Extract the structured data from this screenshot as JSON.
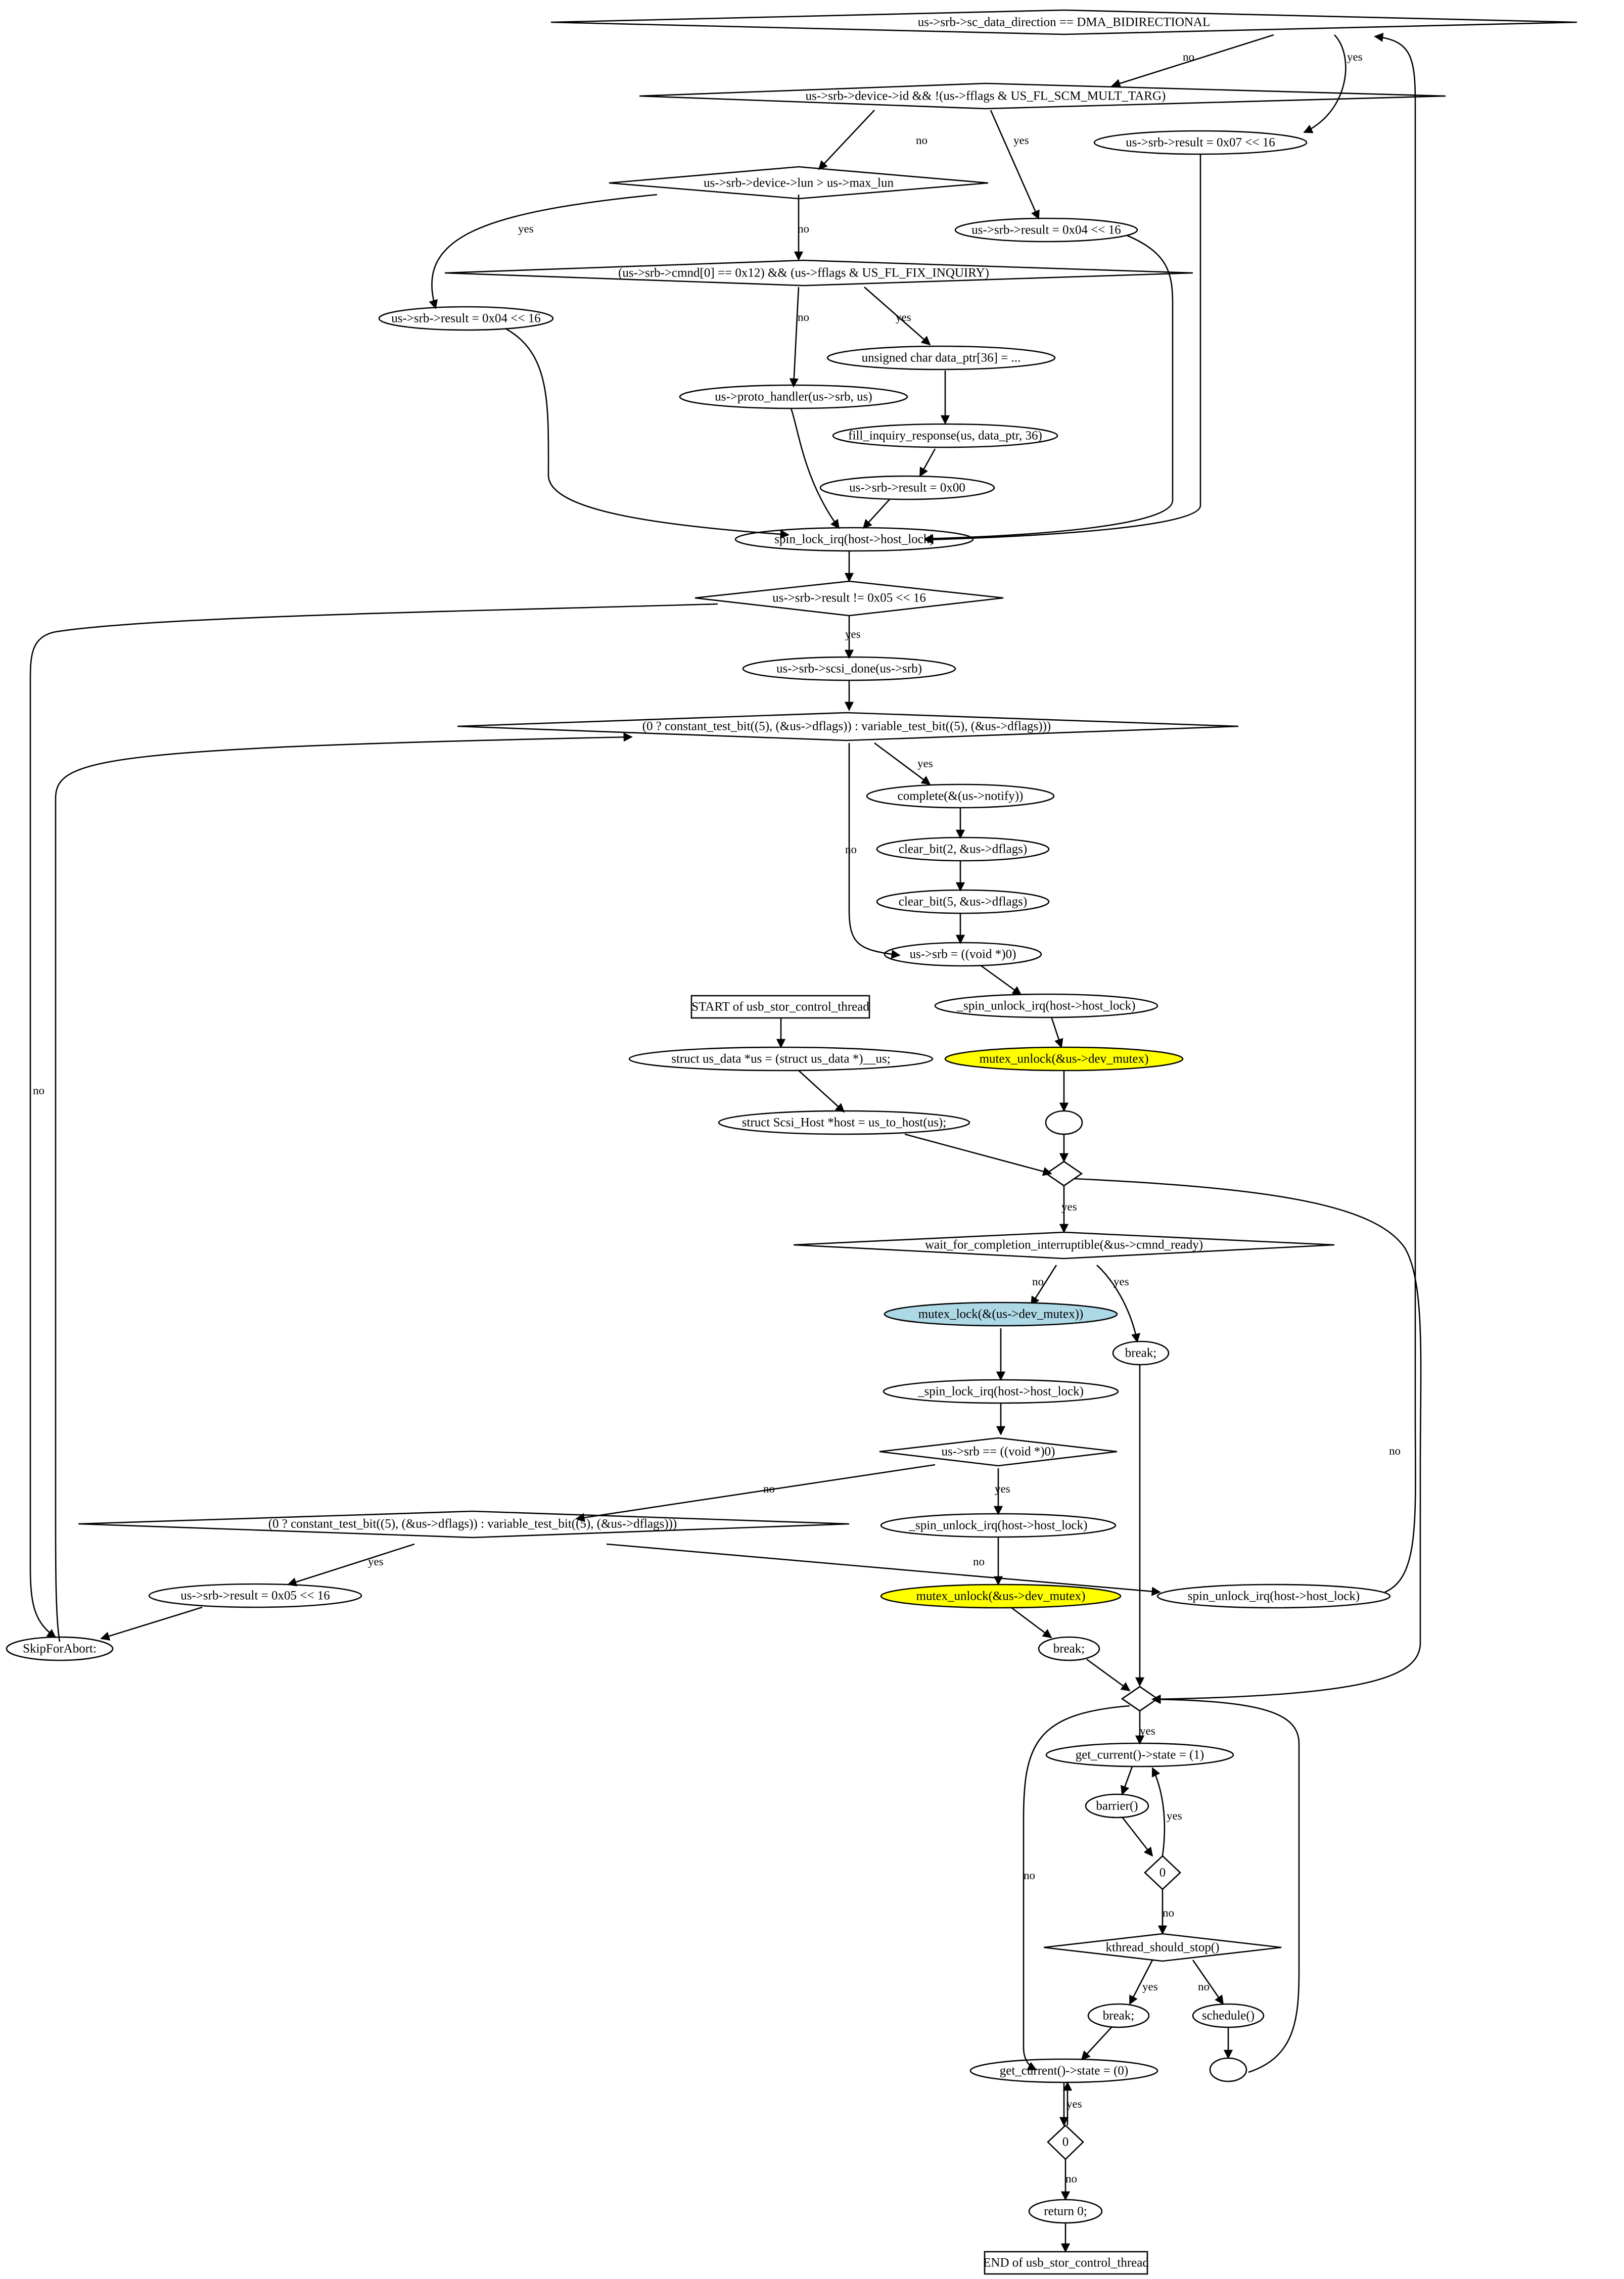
{
  "diagram": {
    "nodes": {
      "n1": "us->srb->sc_data_direction == DMA_BIDIRECTIONAL",
      "n2": "us->srb->device->id && !(us->fflags & US_FL_SCM_MULT_TARG)",
      "n3": "us->srb->result = 0x07 << 16",
      "n4": "us->srb->device->lun > us->max_lun",
      "n5": "us->srb->result = 0x04 << 16",
      "n6": "(us->srb->cmnd[0] == 0x12) && (us->fflags & US_FL_FIX_INQUIRY)",
      "n7": "us->srb->result = 0x04 << 16",
      "n8": "unsigned char data_ptr[36] = ...",
      "n9": "us->proto_handler(us->srb, us)",
      "n10": "fill_inquiry_response(us, data_ptr, 36)",
      "n11": "us->srb->result = 0x00",
      "n12": "spin_lock_irq(host->host_lock)",
      "n13": "us->srb->result != 0x05 << 16",
      "n14": "us->srb->scsi_done(us->srb)",
      "n15": "(0 ? constant_test_bit((5), (&us->dflags)) : variable_test_bit((5), (&us->dflags)))",
      "n16": "complete(&(us->notify))",
      "n17": "clear_bit(2, &us->dflags)",
      "n18": "clear_bit(5, &us->dflags)",
      "n19": "us->srb = ((void *)0)",
      "n20": "_spin_unlock_irq(host->host_lock)",
      "n21": "START of usb_stor_control_thread",
      "n22": "mutex_unlock(&us->dev_mutex)",
      "n23": "struct us_data *us = (struct us_data *)__us;",
      "n24": "",
      "n25": "struct Scsi_Host *host = us_to_host(us);",
      "n26": "",
      "n27": "wait_for_completion_interruptible(&us->cmnd_ready)",
      "n28": "mutex_lock(&(us->dev_mutex))",
      "n29": "break;",
      "n30": "_spin_lock_irq(host->host_lock)",
      "n31": "us->srb == ((void *)0)",
      "n32": "(0 ? constant_test_bit((5), (&us->dflags)) : variable_test_bit((5), (&us->dflags)))",
      "n33": "_spin_unlock_irq(host->host_lock)",
      "n34": "us->srb->result = 0x05 << 16",
      "n35": "mutex_unlock(&us->dev_mutex)",
      "n36": "spin_unlock_irq(host->host_lock)",
      "n37": "SkipForAbort:",
      "n38": "break;",
      "n39": "",
      "n40": "get_current()->state = (1)",
      "n41": "barrier()",
      "n42": "0",
      "n43": "kthread_should_stop()",
      "n44": "break;",
      "n45": "schedule()",
      "n46": "get_current()->state = (0)",
      "n47": "",
      "n48": "0",
      "n49": "return 0;",
      "n50": "END of usb_stor_control_thread"
    },
    "edge_labels": {
      "e_1_2": "no",
      "e_1_3": "yes",
      "e_2_4": "no",
      "e_2_5": "yes",
      "e_4_7": "yes",
      "e_4_6": "no",
      "e_6_9": "no",
      "e_6_8": "yes",
      "e_13_37": "no",
      "e_13_14": "yes",
      "e_15_16": "yes",
      "e_15_19": "no",
      "e_26_27": "yes",
      "e_26_39": "no",
      "e_27_28": "no",
      "e_27_29": "yes",
      "e_31_32": "no",
      "e_31_33": "yes",
      "e_32_34": "yes",
      "e_32_36": "no",
      "e_39_40": "yes",
      "e_39_46": "no",
      "e_42_40": "yes",
      "e_42_43": "no",
      "e_43_44": "yes",
      "e_43_45": "no",
      "e_48_46": "yes",
      "e_48_49": "no"
    },
    "colors": {
      "highlight_unlock": "#ffff00",
      "highlight_lock": "#add8e6",
      "stroke": "#000000"
    }
  }
}
